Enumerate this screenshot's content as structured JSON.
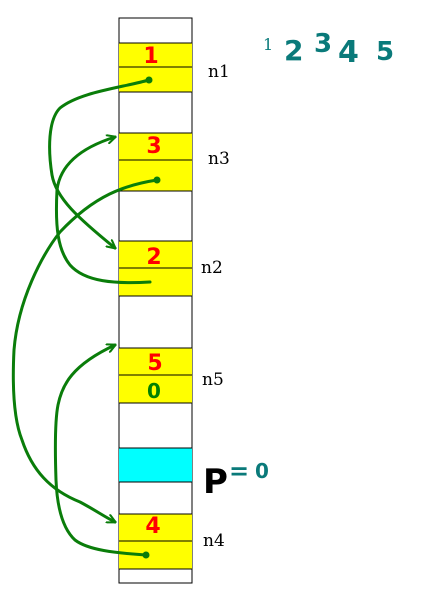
{
  "colors": {
    "node_fill": "#ffff00",
    "p_cell_fill": "#00ffff",
    "value_text": "#ff0000",
    "null_text": "#008000",
    "arrow": "#0a7d0a",
    "sequence": "#0a7a7a",
    "p_label": "#000000",
    "p_equals": "#0a7a7a",
    "grid_line": "#000000"
  },
  "nodes": {
    "n1": {
      "label": "n1",
      "value": "1"
    },
    "n3": {
      "label": "n3",
      "value": "3"
    },
    "n2": {
      "label": "n2",
      "value": "2"
    },
    "n5": {
      "label": "n5",
      "value": "5",
      "next": "0"
    },
    "n4": {
      "label": "n4",
      "value": "4"
    }
  },
  "pointer": {
    "name": "P",
    "equals": "=",
    "value": "0"
  },
  "sequence": [
    "1",
    "2",
    "3",
    "4",
    "5"
  ]
}
